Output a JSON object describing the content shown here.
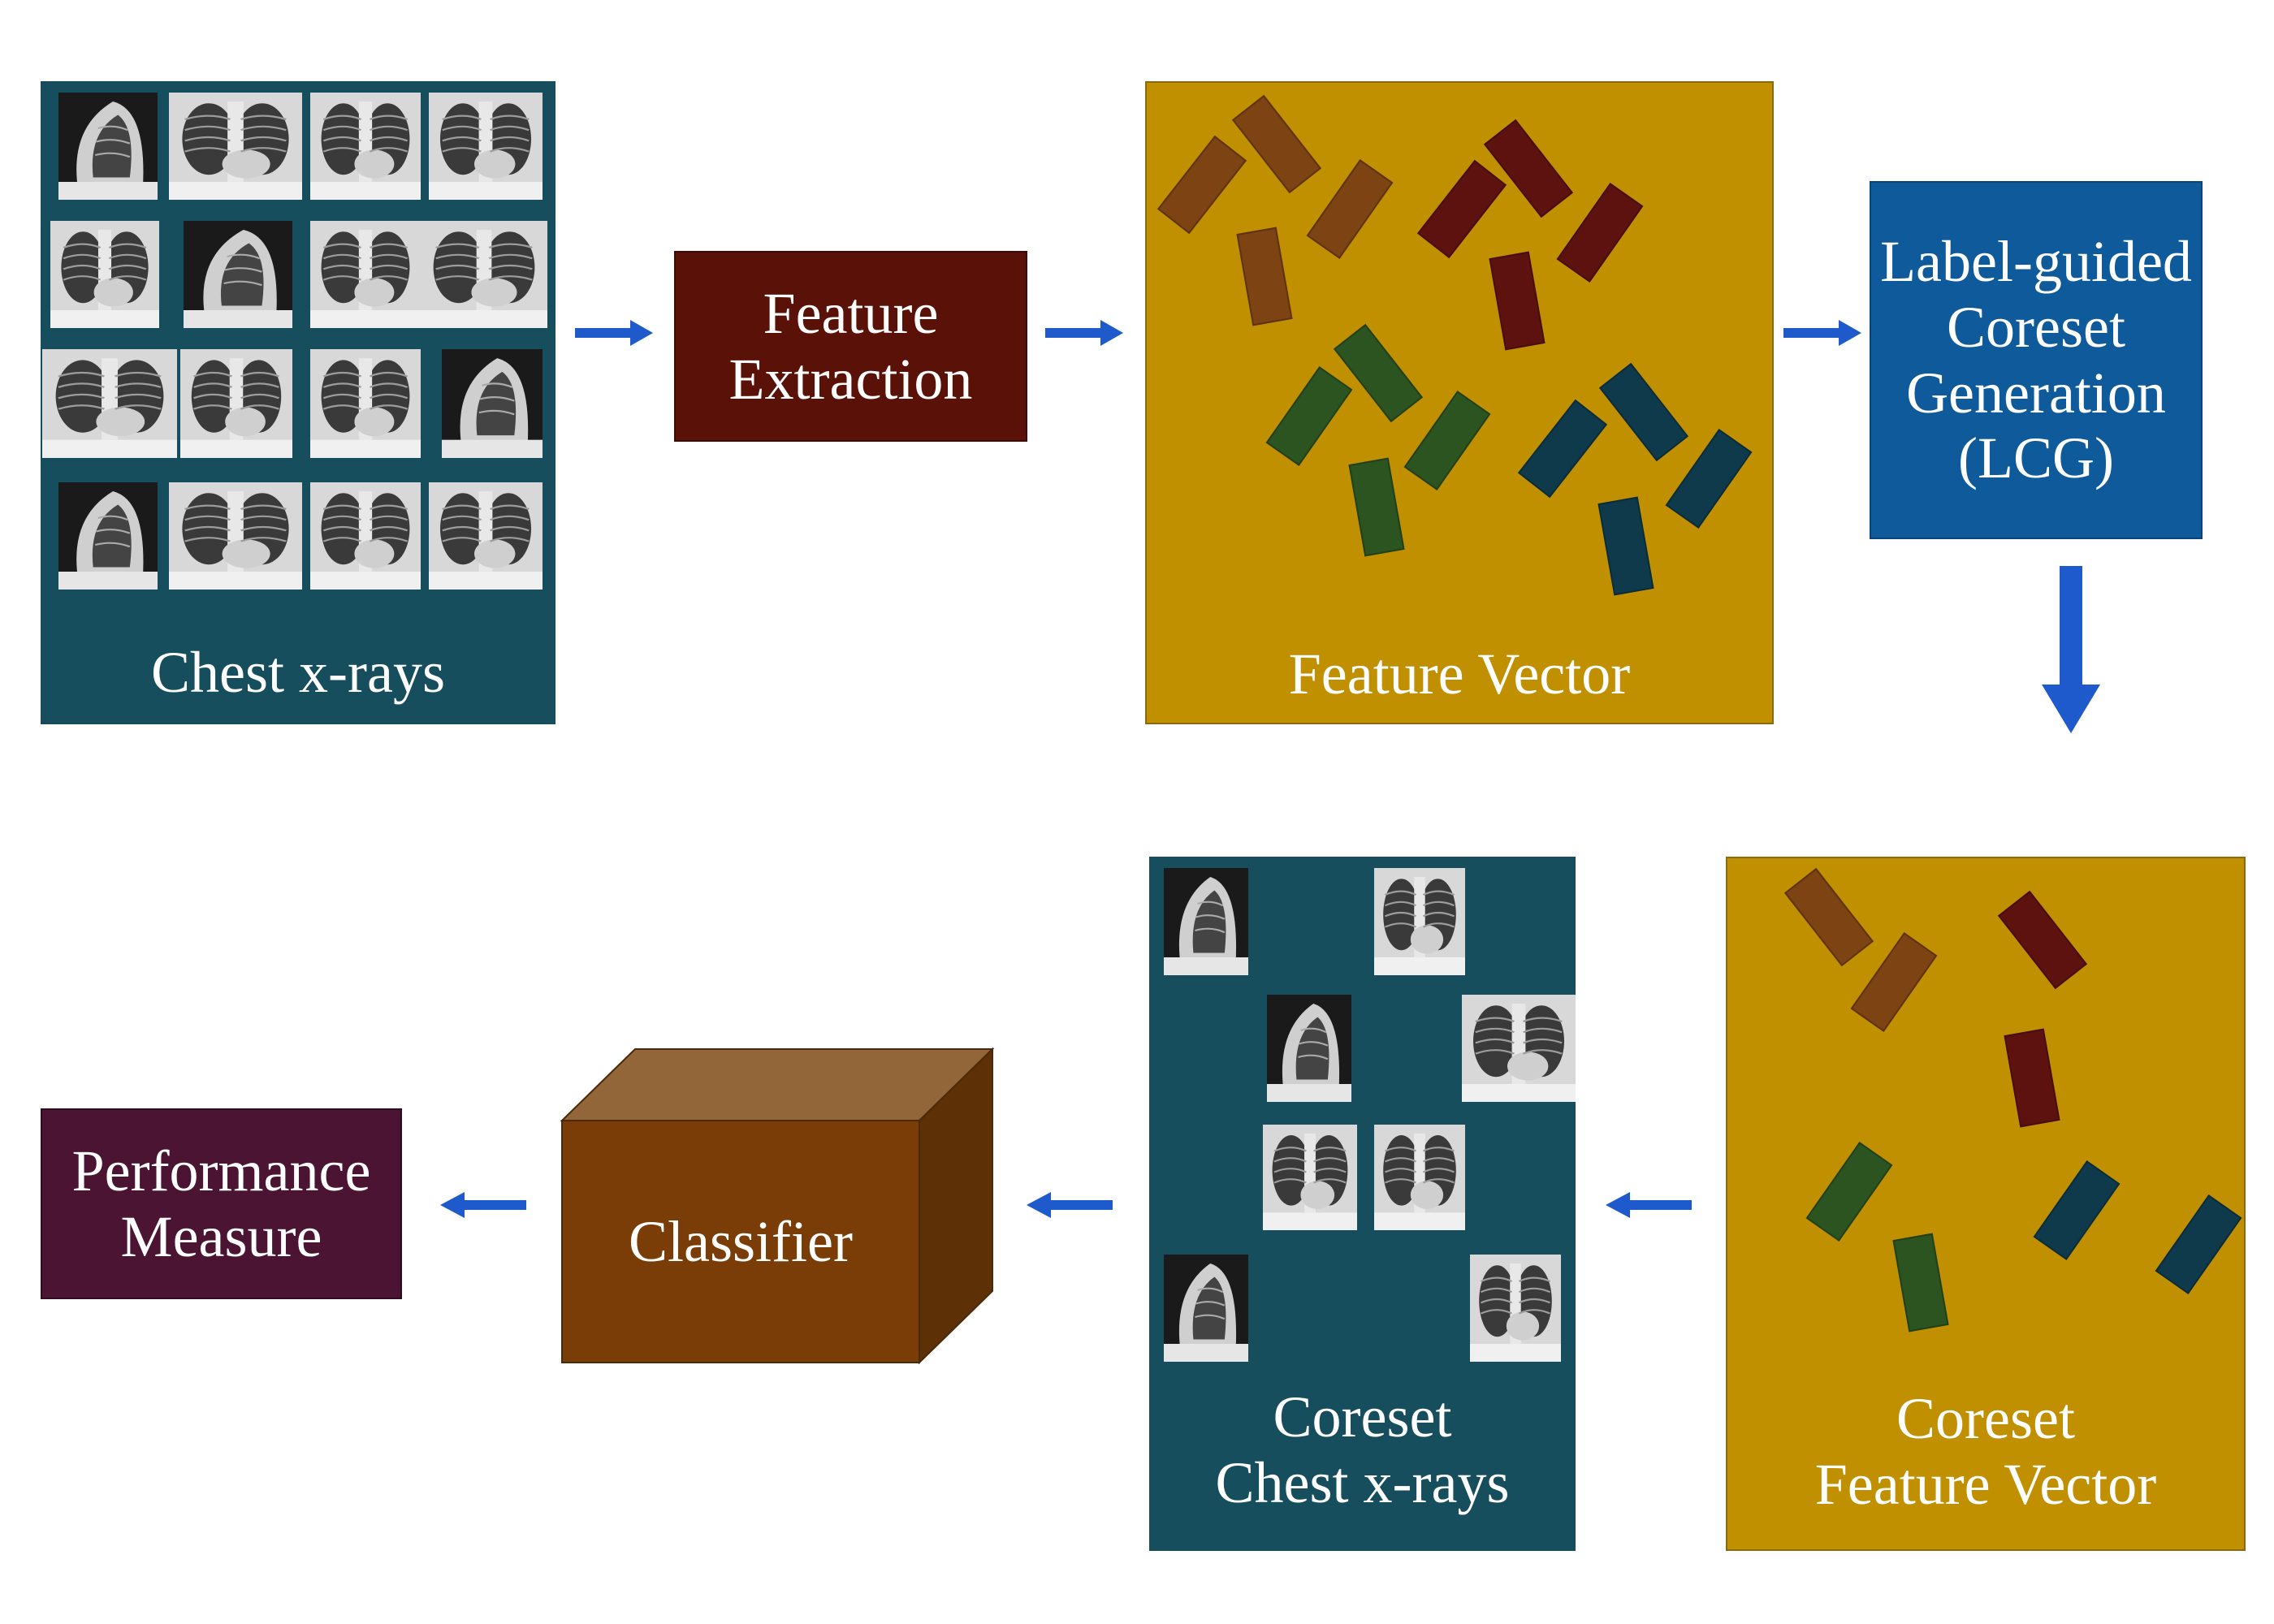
{
  "nodes": {
    "chest_xrays": {
      "label": "Chest x-rays"
    },
    "feature_extraction": {
      "lines": [
        "Feature",
        "Extraction"
      ]
    },
    "feature_vector": {
      "label": "Feature Vector"
    },
    "lcg": {
      "lines": [
        "Label-guided",
        "Coreset",
        "Generation",
        "(LCG)"
      ]
    },
    "coreset_feature_vector": {
      "lines": [
        "Coreset",
        "Feature Vector"
      ]
    },
    "coreset_chest_xrays": {
      "lines": [
        "Coreset",
        "Chest x-rays"
      ]
    },
    "classifier": {
      "label": "Classifier"
    },
    "performance_measure": {
      "lines": [
        "Performance",
        "Measure"
      ]
    }
  },
  "colors": {
    "teal_panel": "#164e5d",
    "gold_panel": "#c09000",
    "feature_extraction_box": "#5a1208",
    "lcg_box": "#0f5a9a",
    "classifier_front": "#7a3d08",
    "classifier_top": "#93663a",
    "classifier_side": "#5e3005",
    "performance_box": "#4a1432",
    "arrow": "#1e5acb",
    "bar_orange": "#7d4312",
    "bar_red": "#5e1210",
    "bar_green": "#2c5420",
    "bar_teal": "#0e3a4c"
  }
}
